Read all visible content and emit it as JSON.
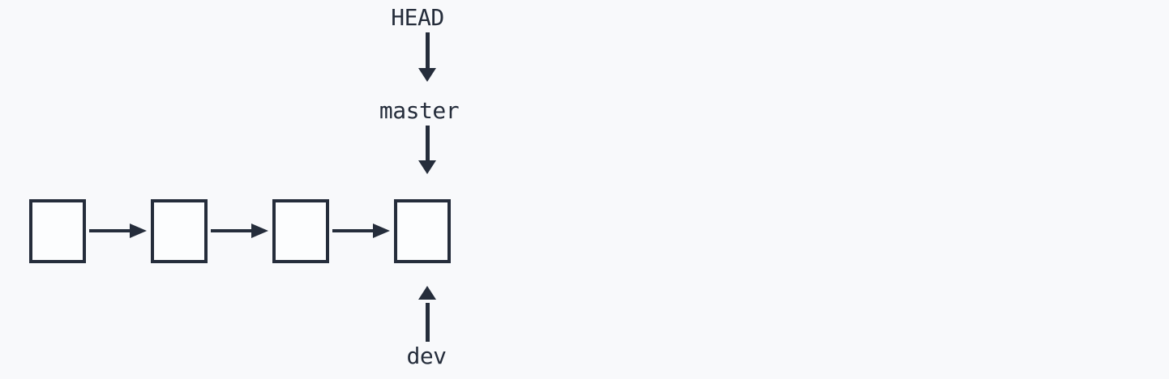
{
  "colors": {
    "ink": "#252d3b",
    "background": "#f8f9fb",
    "node_fill": "#fcfdfe"
  },
  "diagram": {
    "commit_count": 4,
    "pointers": {
      "head": {
        "label": "HEAD",
        "points_to": "master"
      },
      "master": {
        "label": "master",
        "points_to": "commit-4"
      },
      "dev": {
        "label": "dev",
        "points_to": "commit-4"
      }
    }
  }
}
